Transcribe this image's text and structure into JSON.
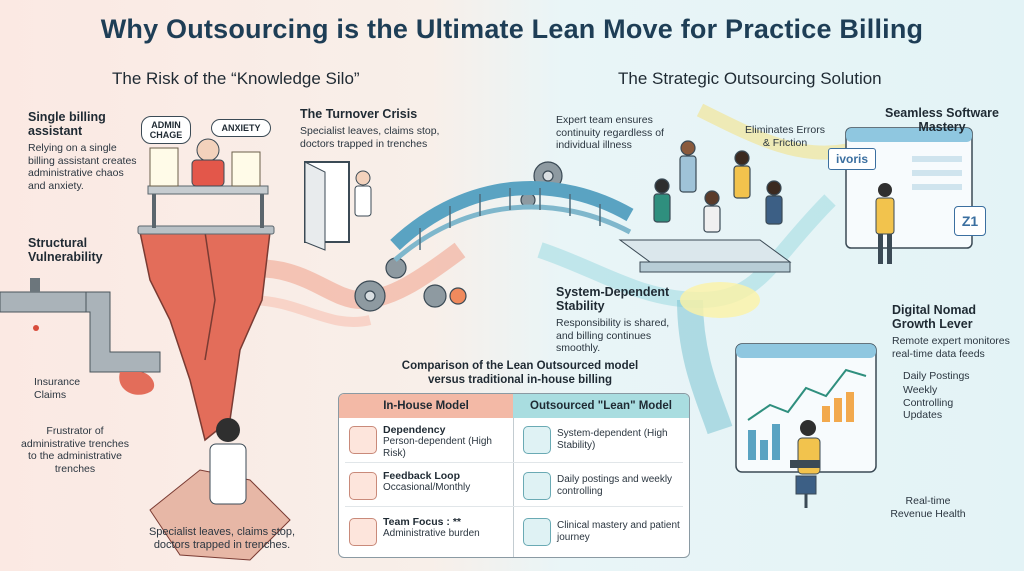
{
  "title": "Why Outsourcing is the Ultimate Lean Move for Practice Billing",
  "left": {
    "subtitle": "The Risk of the “Knowledge Silo”",
    "single": {
      "heading": "Single billing assistant",
      "text": "Relying on a single billing assistant creates administrative chaos and anxiety."
    },
    "bubbles": {
      "admin": "ADMIN CHAGE",
      "anxiety": "ANXIETY"
    },
    "turnover": {
      "heading": "The Turnover Crisis",
      "text": "Specialist leaves, claims stop, doctors trapped in trenches"
    },
    "structural": {
      "heading": "Structural Vulnerability"
    },
    "insurance": "Insurance Claims",
    "frustrator": "Frustrator of administrative trenches to the administrative trenches",
    "bottom": "Specialist leaves, claims stop, doctors trapped in trenches."
  },
  "right": {
    "subtitle": "The Strategic Outsourcing Solution",
    "expert": "Expert team ensures continuity regardless of individual illness",
    "eliminates": "Eliminates Errors & Friction",
    "seamless": {
      "heading": "Seamless Software Mastery"
    },
    "logos": {
      "ivoris": "ivoris",
      "z1": "Z1"
    },
    "system": {
      "heading": "System-Dependent Stability",
      "text": "Responsibility is shared, and billing continues smoothly."
    },
    "nomad": {
      "heading": "Digital Nomad Growth Lever",
      "text": "Remote expert monitores real-time data feeds"
    },
    "postings": [
      "Daily Postings",
      "Weekly Controlling Updates"
    ],
    "revenue": "Real-time Revenue Health"
  },
  "comparison": {
    "caption": "Comparison of the Lean Outsourced model versus traditional in-house billing",
    "headers": {
      "inhouse": "In-House Model",
      "outsourced": "Outsourced \"Lean\" Model"
    },
    "rows": [
      {
        "in_head": "Dependency",
        "in_text": "Person-dependent (High Risk)",
        "out_text": "System-dependent (High Stability)"
      },
      {
        "in_head": "Feedback Loop",
        "in_text": "Occasional/Monthly",
        "out_text": "Daily postings and weekly controlling"
      },
      {
        "in_head": "Team Focus : **",
        "in_text": "Administrative burden",
        "out_text": "Clinical mastery and patient journey"
      }
    ]
  },
  "colors": {
    "title": "#1e3e56",
    "warm": "#f3b9a6",
    "cool": "#a9dde0",
    "cliff": "#e36d5a",
    "bridge": "#5aa3c2"
  }
}
